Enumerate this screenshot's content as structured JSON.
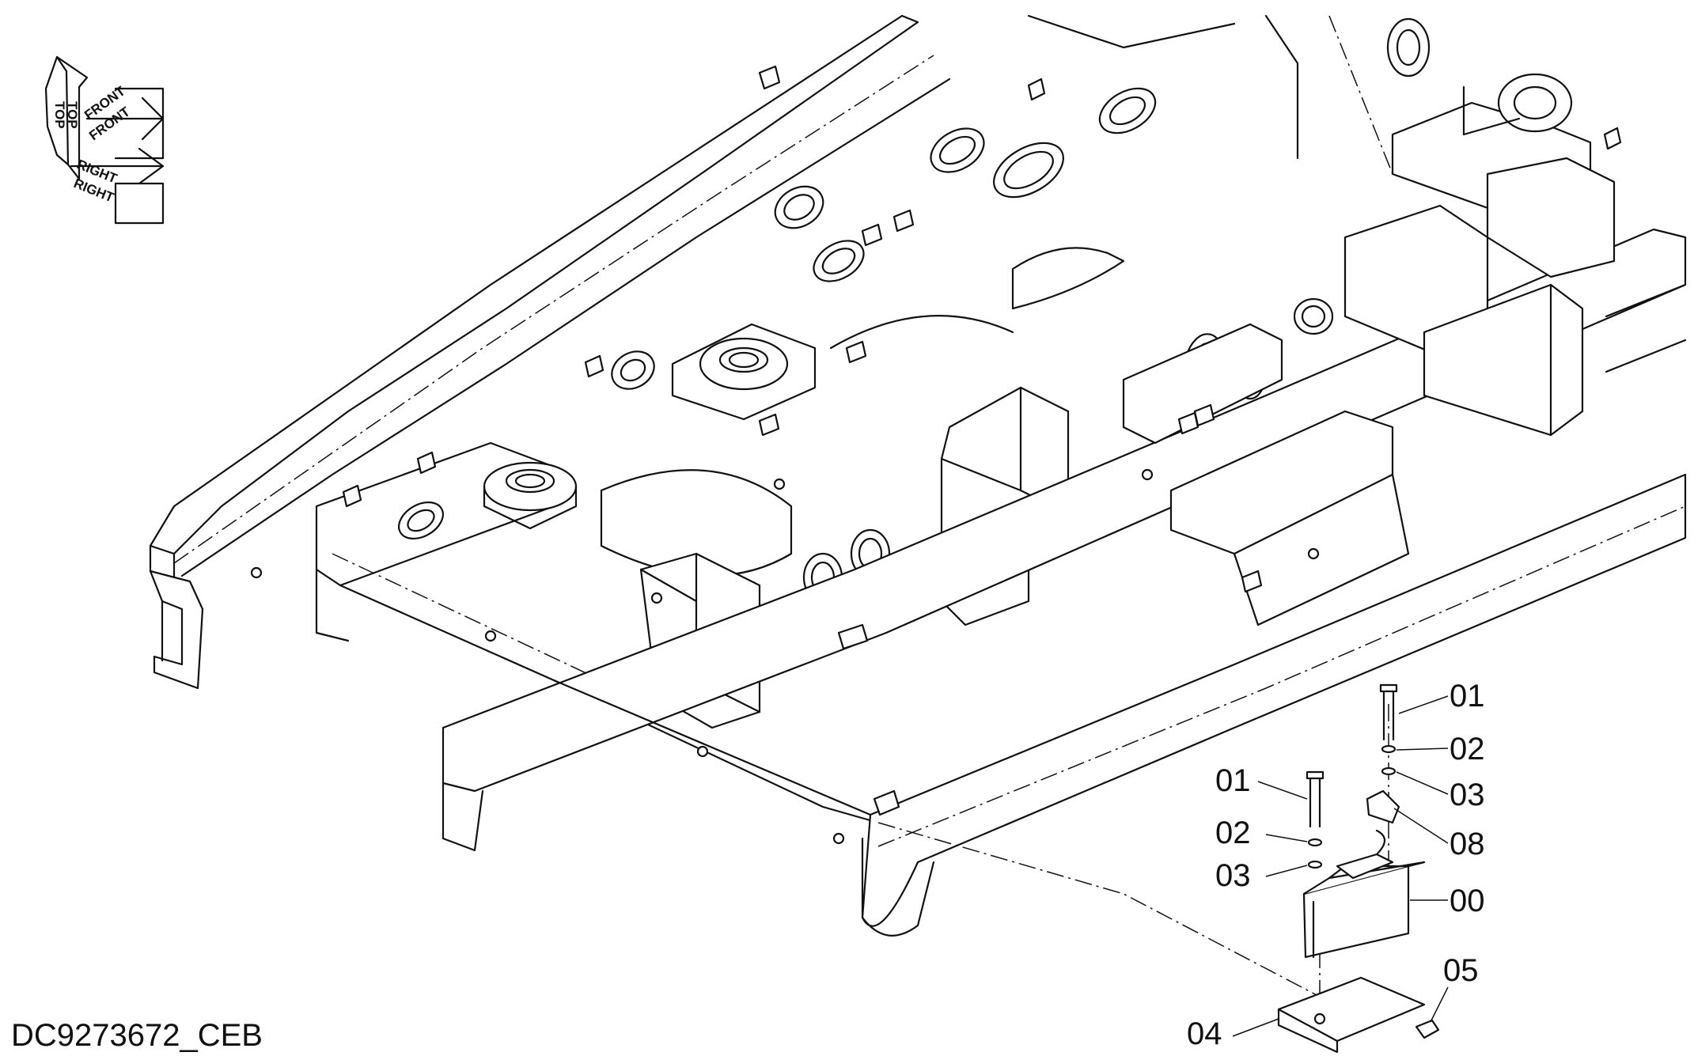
{
  "drawing_id": "DC9273672_CEB",
  "orientation_labels": {
    "top": "TOP",
    "front": "FRONT",
    "right": "RIGHT"
  },
  "callouts": {
    "c1": "01",
    "c2": "02",
    "c3": "03",
    "c4": "08",
    "c5": "00",
    "c6": "01",
    "c7": "02",
    "c8": "03",
    "c9": "05",
    "c10": "04"
  }
}
